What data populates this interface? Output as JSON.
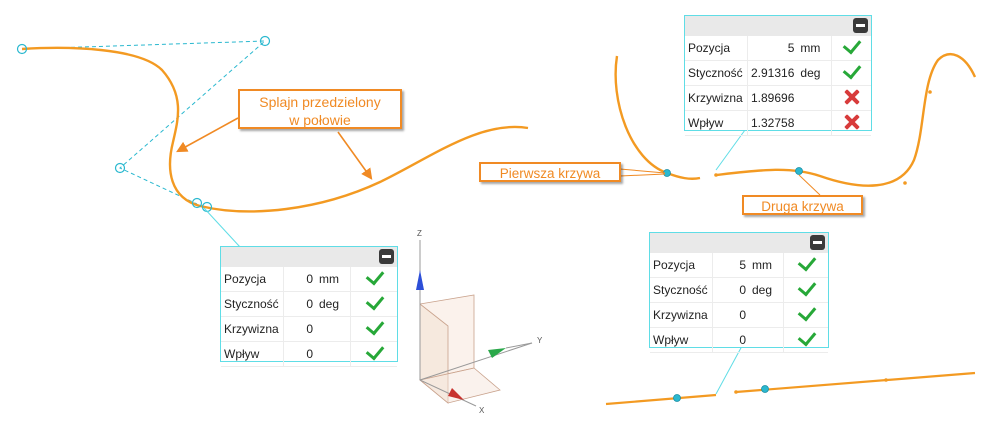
{
  "callouts": {
    "split_spline": [
      "Splajn przedzielony",
      "w połowie"
    ],
    "first_curve": "Pierwsza krzywa",
    "second_curve": "Druga krzywa"
  },
  "axes": {
    "z": "Z",
    "y": "Y",
    "x": "X"
  },
  "panels": {
    "left": {
      "rows": [
        {
          "label": "Pozycja",
          "value": "0",
          "unit": "mm",
          "status": "check"
        },
        {
          "label": "Styczność",
          "value": "0",
          "unit": "deg",
          "status": "check"
        },
        {
          "label": "Krzywizna",
          "value": "0",
          "unit": "",
          "status": "check"
        },
        {
          "label": "Wpływ",
          "value": "0",
          "unit": "",
          "status": "check"
        }
      ]
    },
    "top_right": {
      "rows": [
        {
          "label": "Pozycja",
          "value": "5",
          "unit": "mm",
          "status": "check"
        },
        {
          "label": "Styczność",
          "value": "2.91316",
          "unit": "deg",
          "status": "check"
        },
        {
          "label": "Krzywizna",
          "value": "1.89696",
          "unit": "",
          "status": "cross"
        },
        {
          "label": "Wpływ",
          "value": "1.32758",
          "unit": "",
          "status": "cross"
        }
      ]
    },
    "bottom_right": {
      "rows": [
        {
          "label": "Pozycja",
          "value": "5",
          "unit": "mm",
          "status": "check"
        },
        {
          "label": "Styczność",
          "value": "0",
          "unit": "deg",
          "status": "check"
        },
        {
          "label": "Krzywizna",
          "value": "0",
          "unit": "",
          "status": "check"
        },
        {
          "label": "Wpływ",
          "value": "0",
          "unit": "",
          "status": "check"
        }
      ]
    }
  },
  "colors": {
    "curve": "#f39a22",
    "control": "#2ab8cf",
    "panel_border": "#5fdde6",
    "callout": "#f08a24",
    "check": "#27a838",
    "cross": "#d83b3b"
  }
}
